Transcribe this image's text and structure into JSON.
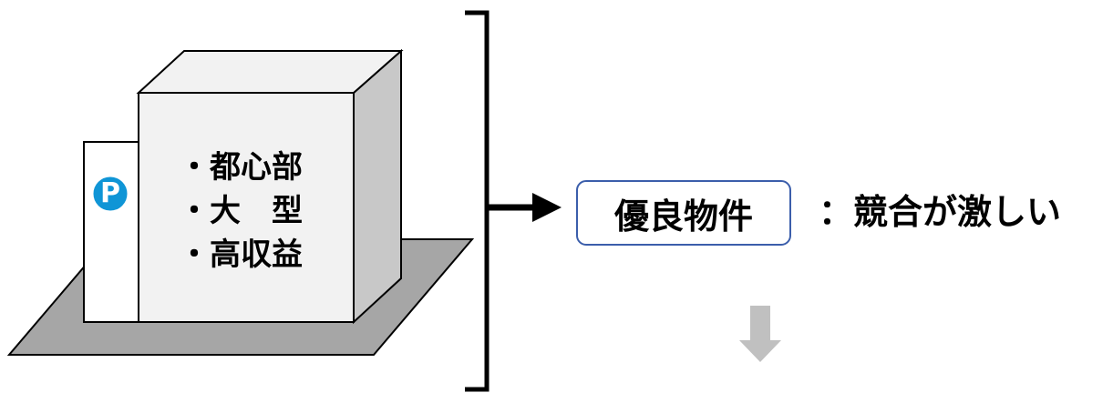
{
  "building": {
    "features": [
      "・都心部",
      "・大　型",
      "・高収益"
    ],
    "parking_sign": "P"
  },
  "result": {
    "label": "優良物件",
    "note": "：競合が激しい"
  },
  "colors": {
    "ground": "#a6a6a6",
    "building_front": "#f2f2f2",
    "building_side": "#c8c8c8",
    "parking_blue": "#0f95d6",
    "box_border": "#3b5eab",
    "down_arrow": "#c0c0c0"
  }
}
